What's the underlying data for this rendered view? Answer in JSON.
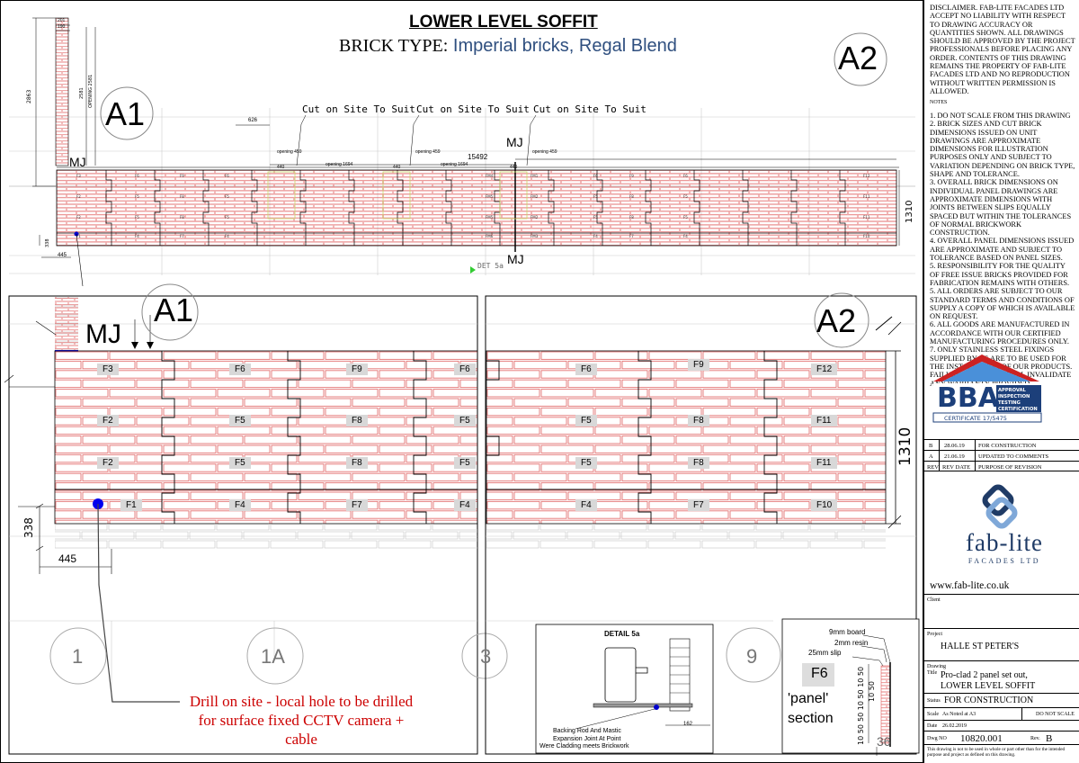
{
  "title": "LOWER LEVEL SOFFIT",
  "brick_type_label": "BRICK TYPE:",
  "brick_type_value": "Imperial bricks, Regal Blend",
  "sections": {
    "a1": "A1",
    "a2": "A2"
  },
  "movement_joint": "MJ",
  "cut_note": "Cut on Site To Suit",
  "top_elevation": {
    "overall_width": "15492",
    "height_dim": "1310",
    "left_height": "2863",
    "dims_vertical": [
      "2581",
      "OPENING 2581"
    ],
    "dim_201": "201",
    "dim_190": "190",
    "dim_626": "626",
    "dim_440": "440",
    "opening_459": "opening 459",
    "opening_1694": "opening 1694",
    "dim_338": "338",
    "dim_445": "445",
    "detail_ref": "DET 5a"
  },
  "zoom": {
    "height_dim": "1310",
    "dim_338": "338",
    "dim_445": "445",
    "left_panels": [
      {
        "label": "F3"
      },
      {
        "label": "F6"
      },
      {
        "label": "F9"
      },
      {
        "label": "F6"
      },
      {
        "label": "F2"
      },
      {
        "label": "F5"
      },
      {
        "label": "F8"
      },
      {
        "label": "F5"
      },
      {
        "label": "F2"
      },
      {
        "label": "F5"
      },
      {
        "label": "F8"
      },
      {
        "label": "F5"
      },
      {
        "label": "F1"
      },
      {
        "label": "F4"
      },
      {
        "label": "F7"
      },
      {
        "label": "F4"
      }
    ],
    "right_panels": [
      {
        "label": "F6"
      },
      {
        "label": "F9"
      },
      {
        "label": "F12"
      },
      {
        "label": "F5"
      },
      {
        "label": "F8"
      },
      {
        "label": "F11"
      },
      {
        "label": "F5"
      },
      {
        "label": "F8"
      },
      {
        "label": "F11"
      },
      {
        "label": "F4"
      },
      {
        "label": "F7"
      },
      {
        "label": "F10"
      }
    ]
  },
  "grid_labels": [
    "1",
    "1A",
    "3",
    "9"
  ],
  "drill_note": [
    "Drill on site - local hole to be drilled",
    "for surface fixed CCTV camera +",
    "cable"
  ],
  "detail": {
    "title": "DETAIL 5a",
    "dim": "162",
    "note_lines": [
      "Backing Rod And Mastic",
      "Expansion Joint At Point",
      "Were Cladding meets Brickwork"
    ]
  },
  "panel_section": {
    "board": "9mm board",
    "resin": "2mm resin",
    "slip": "25mm slip",
    "label": "F6",
    "caption_line1": "'panel'",
    "caption_line2": "section",
    "dims": [
      "50",
      "10",
      "50",
      "10",
      "50",
      "10",
      "50",
      "10",
      "50"
    ],
    "bottom_dim": "36"
  },
  "disclaimer": "DISCLAIMER. FAB-LITE FACADES LTD ACCEPT NO LIABILITY WITH RESPECT TO DRAWING ACCURACY OR QUANTITIES SHOWN. ALL DRAWINGS SHOULD BE APPROVED BY THE PROJECT PROFESSIONALS BEFORE PLACING ANY ORDER. CONTENTS OF THIS DRAWING REMAINS THE PROPERTY OF FAB-LITE FACADES LTD AND NO REPRODUCTION WITHOUT WRITTEN PERMISSION IS ALLOWED.",
  "notes_heading": "NOTES",
  "notes": [
    "1. DO NOT SCALE FROM THIS DRAWING",
    "2. BRICK SIZES AND CUT BRICK DIMENSIONS ISSUED ON UNIT DRAWINGS ARE APPROXIMATE DIMENSIONS FOR ILLUSTRATION PURPOSES ONLY AND SUBJECT TO VARIATION DEPENDING ON BRICK TYPE, SHAPE AND TOLERANCE.",
    "3. OVERALL BRICK DIMENSIONS ON INDIVIDUAL PANEL DRAWINGS ARE APPROXIMATE DIMENSIONS WITH JOINTS BETWEEN SLIPS EQUALLY SPACED BUT WITHIN THE TOLERANCES OF NORMAL BRICKWORK CONSTRUCTION.",
    "4. OVERALL PANEL DIMENSIONS ISSUED ARE APPROXIMATE AND SUBJECT TO TOLERANCE BASED ON PANEL SIZES.",
    "5. RESPONSIBILITY FOR THE QUALITY OF FREE ISSUE BRICKS PROVIDED FOR FABRICATION REMAINS WITH OTHERS.",
    "5. ALL ORDERS ARE SUBJECT TO OUR STANDARD TERMS AND CONDITIONS OF SUPPLY A COPY OF WHICH IS AVAILABLE ON REQUEST.",
    "6. ALL GOODS ARE MANUFACTURED IN ACCORDANCE WITH OUR CERTIFIED MANUFACTURING PROCEDURES ONLY.",
    "7. ONLY STAINLESS STEEL FIXINGS SUPPLIED BY US ARE TO BE USED FOR THE INSTALLATION OF OUR PRODUCTS. FAILURE TO COMPLY WILL INVALIDATE ANY WARRANTY PROVIDED."
  ],
  "bba": {
    "logo_text": "BBA",
    "line1": "APPROVAL",
    "line2": "INSPECTION",
    "line3": "TESTING",
    "line4": "CERTIFICATION",
    "certificate": "CERTIFICATE 17/5475"
  },
  "revisions": [
    {
      "rev": "B",
      "date": "28.06.19",
      "purpose": "FOR CONSTRUCTION"
    },
    {
      "rev": "A",
      "date": "21.06.19",
      "purpose": "UPDATED TO COMMENTS"
    }
  ],
  "rev_headers": {
    "rev": "REV",
    "date": "REV DATE",
    "purpose": "PURPOSE OF REVISION"
  },
  "company": {
    "name": "fab-lite",
    "sub": "FACADES LTD",
    "website": "www.fab-lite.co.uk"
  },
  "title_block": {
    "client_label": "Client",
    "project_label": "Project",
    "project": "HALLE ST PETER'S",
    "drawing_label1": "Drawing",
    "drawing_label2": "Title",
    "drawing_title1": "Pro-clad 2 panel set out,",
    "drawing_title2": "LOWER LEVEL SOFFIT",
    "status_label": "Status",
    "status": "FOR CONSTRUCTION",
    "scale_label": "Scale",
    "scale": "As Noted at A3",
    "do_not_scale": "DO NOT SCALE",
    "date_label": "Date",
    "date": "26.02.2019",
    "dwg_label": "Dwg NO",
    "dwg_no": "10820.001",
    "rev_label": "Rev.",
    "rev": "B",
    "footer": "This drawing is not to be used in whole or part other than for the intended purpose and project as defined on this drawing."
  },
  "colors": {
    "brick": "#e06060",
    "bba_red": "#cc2222",
    "bba_blue": "#1c3f7a",
    "logo_blue": "#1f3b66",
    "logo_light": "#7fa8d8",
    "drill_note": "#cc0000",
    "brick_type": "#2f4f7f"
  }
}
